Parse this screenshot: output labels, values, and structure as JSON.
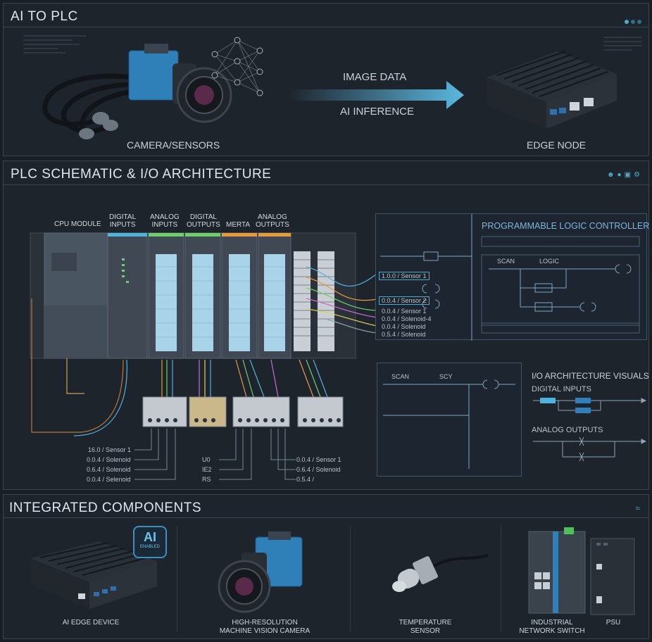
{
  "sections": {
    "top": {
      "title": "AI TO PLC",
      "camera_label": "CAMERA/SENSORS",
      "arrow_top": "IMAGE DATA",
      "arrow_bottom": "AI INFERENCE",
      "edge_label": "EDGE NODE"
    },
    "middle": {
      "title": "PLC SCHEMATIC & I/O ARCHITECTURE",
      "modules": [
        {
          "label": "CPU MODULE"
        },
        {
          "label": "DIGITAL\nINPUTS"
        },
        {
          "label": "ANALOG\nINPUTS"
        },
        {
          "label": "DIGITAL\nOUTPUTS"
        },
        {
          "label": "MERTA"
        },
        {
          "label": "ANALOG\nOUTPUTS"
        }
      ],
      "plc_title": "PROGRAMMABLE LOGIC CONTROLLER",
      "ladder_top": {
        "contact1": "SCAN",
        "contact2": "LOGIC"
      },
      "io_tags": [
        "1.0.0 / Sensor 1",
        "0.0.4 / Sensor 2"
      ],
      "io_list": [
        "0.0.4 / Sensor 1",
        "0.0.4 / Solenoid-4",
        "0.0.4 / Solenoid",
        "0.5.4 / Solenoid"
      ],
      "ladder_bottom": {
        "contact1": "SCAN",
        "contact2": "SCY"
      },
      "io_vis_title": "I/O ARCHITECTURE VISUALS",
      "io_vis_digital": "DIGITAL INPUTS",
      "io_vis_analog": "ANALOG OUTPUTS",
      "bottom_left_list": [
        "16.0 / Sensor 1",
        "0.0.4 / Solenoid",
        "0.6.4 / Solenoid",
        "0.0.4 / Selenoid"
      ],
      "bottom_mid_list": [
        "U0",
        "IE2",
        "RS"
      ],
      "bottom_right_list": [
        "0.0.4 / Sensor 1",
        "0.6.4 / Solenoid",
        "0.5.4 /"
      ]
    },
    "bottom": {
      "title": "INTEGRATED COMPONENTS",
      "ai_badge": "AI",
      "ai_badge_sub": "ENABLED",
      "components": [
        {
          "label": "AI EDGE DEVICE"
        },
        {
          "label": "HIGH-RESOLUTION\nMACHINE VISION CAMERA"
        },
        {
          "label": "TEMPERATURE\nSENSOR"
        },
        {
          "label": "INDUSTRIAL\nNETWORK SWITCH"
        },
        {
          "label": "PSU"
        }
      ]
    }
  },
  "colors": {
    "accent": "#4fa9c9",
    "arrow": "#5bb8e0",
    "camera_blue": "#2f7fb8",
    "module_green": "#6fcf6a",
    "module_orange": "#e79a3b",
    "module_blue": "#4fb3e0"
  },
  "icons": [
    "wifi-icon",
    "user-icon",
    "location-icon",
    "camera-icon",
    "settings-icon"
  ]
}
